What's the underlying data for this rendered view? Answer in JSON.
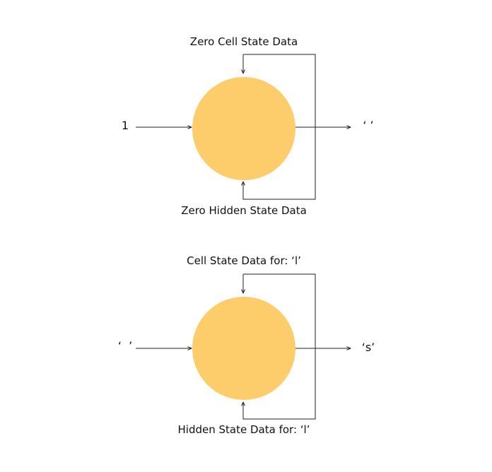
{
  "colors": {
    "node_fill": "#FDCC6B",
    "line": "#222222"
  },
  "steps": [
    {
      "cell_state_label": "Zero Cell State Data",
      "hidden_state_label": "Zero Hidden State Data",
      "input": "1",
      "output": "‘ ’"
    },
    {
      "cell_state_label": "Cell State Data for: ‘l’",
      "hidden_state_label": "Hidden State Data for: ‘l’",
      "input": "‘  ’",
      "output": "‘s’"
    }
  ]
}
